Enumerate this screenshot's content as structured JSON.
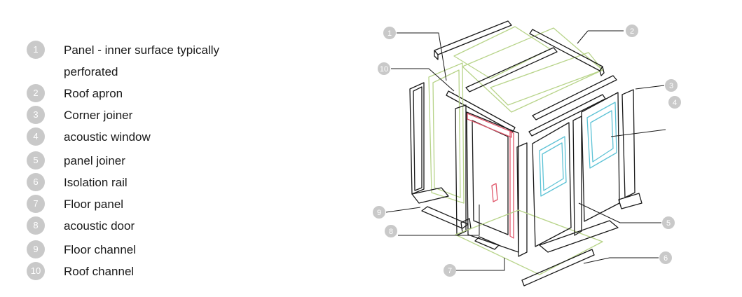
{
  "legend": [
    {
      "num": "1",
      "label": "Panel - inner surface typically perforated"
    },
    {
      "num": "2",
      "label": "Roof apron"
    },
    {
      "num": "3",
      "label": "Corner joiner"
    },
    {
      "num": "4",
      "label": "acoustic window"
    },
    {
      "num": "5",
      "label": "panel joiner"
    },
    {
      "num": "6",
      "label": "Isolation rail"
    },
    {
      "num": "7",
      "label": "Floor panel"
    },
    {
      "num": "8",
      "label": "acoustic door"
    },
    {
      "num": "9",
      "label": "Floor channel"
    },
    {
      "num": "10",
      "label": "Roof channel"
    }
  ],
  "callouts": [
    "1",
    "2",
    "3",
    "4",
    "5",
    "6",
    "7",
    "8",
    "9",
    "10"
  ],
  "colors": {
    "badge": "#c9c9c9",
    "line": "#1a1a1a",
    "panel_outline": "#b8d48a",
    "window_glass": "#5ec3d6",
    "door_frame": "#e0576b"
  }
}
